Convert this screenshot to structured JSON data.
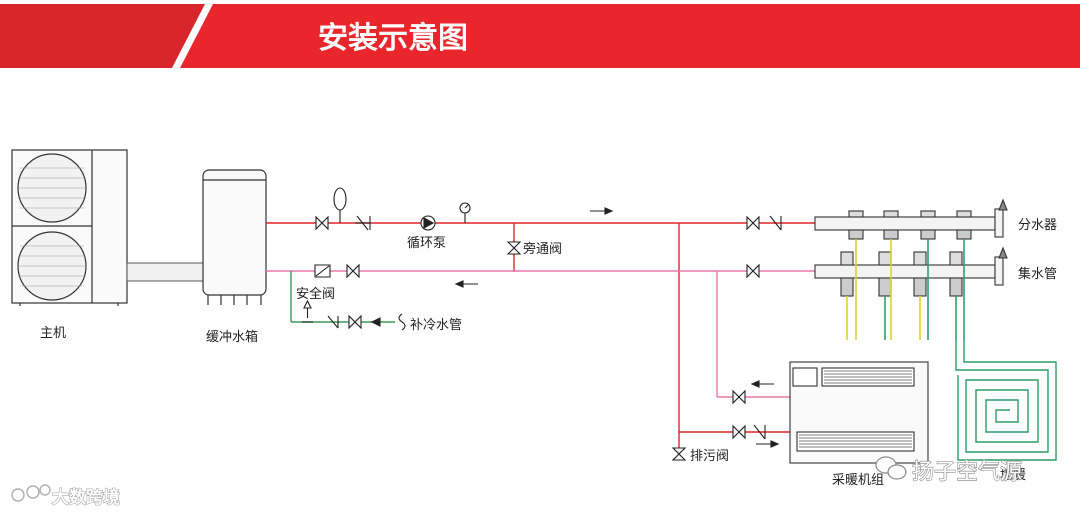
{
  "header": {
    "title": "安装示意图"
  },
  "labels": {
    "main_unit": "主机",
    "buffer_tank": "缓冲水箱",
    "circulation_pump": "循环泵",
    "bypass_valve": "旁通阀",
    "safety_valve": "安全阀",
    "makeup_water": "补冷水管",
    "distributor": "分水器",
    "collector": "集水管",
    "drain_valve": "排污阀",
    "fan_coil": "采暖机组",
    "floor_heating": "地暖"
  },
  "watermarks": {
    "left": "大数跨境",
    "right": "扬子空气源"
  },
  "colors": {
    "header_red": "#e8262c",
    "supply_pipe": "#e0242a",
    "return_pipe": "#e879a9",
    "makeup_pipe": "#3a9a5a",
    "floor_coil": "#2e9e6a",
    "branch_yellow": "#d9d430"
  }
}
